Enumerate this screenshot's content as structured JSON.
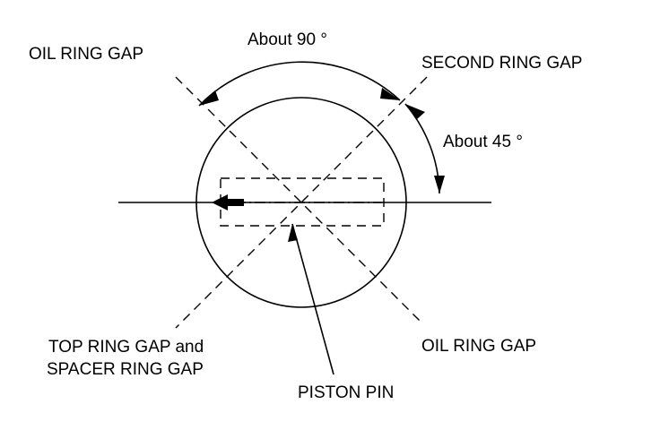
{
  "labels": {
    "oil_ring_gap_top": "OIL RING GAP",
    "second_ring_gap": "SECOND RING GAP",
    "about_90": "About 90 °",
    "about_45": "About 45 °",
    "top_ring_gap_line1": "TOP RING GAP and",
    "top_ring_gap_line2": "SPACER RING GAP",
    "oil_ring_gap_bottom": "OIL RING GAP",
    "piston_pin": "PISTON PIN"
  },
  "colors": {
    "ink": "#000000",
    "background": "#ffffff"
  },
  "icons": {
    "front_mark": "arrow-left-icon"
  }
}
